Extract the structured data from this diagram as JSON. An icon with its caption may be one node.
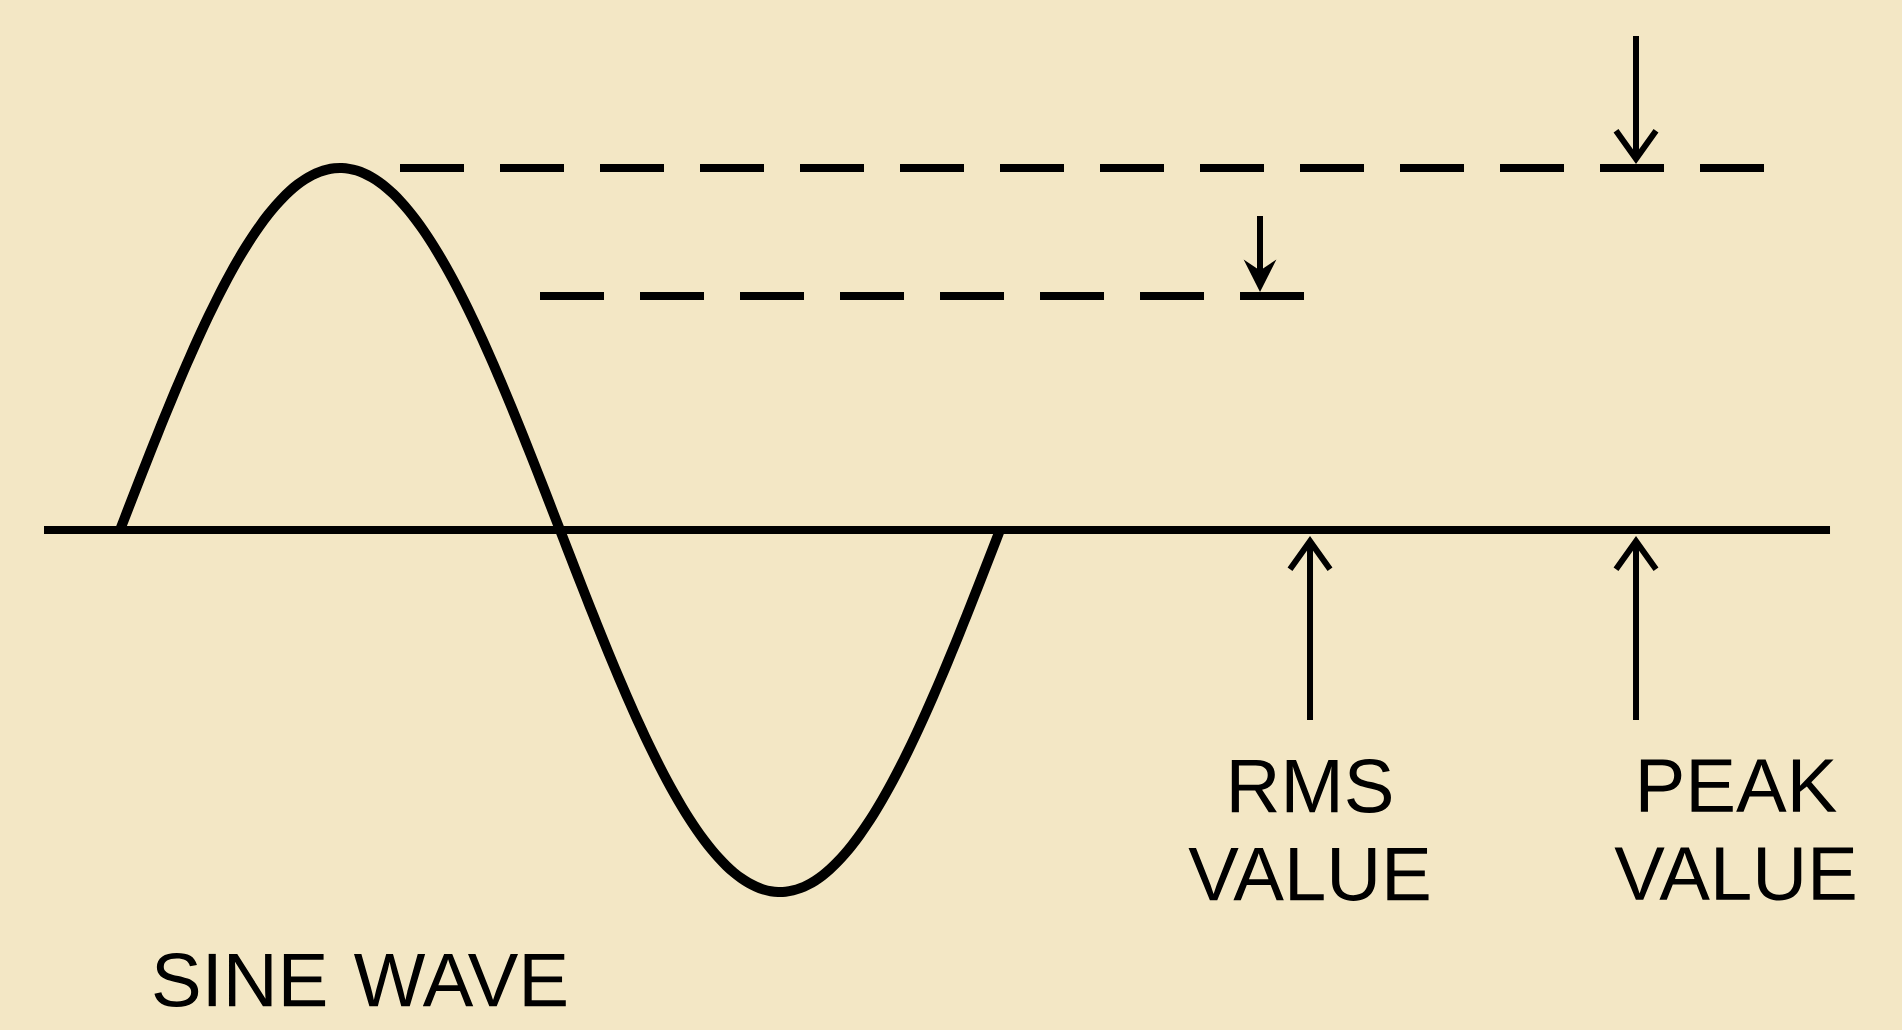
{
  "diagram": {
    "labels": [
      "RMS VALUE",
      "PEAK VALUE",
      "SINE WAVE"
    ]
  }
}
